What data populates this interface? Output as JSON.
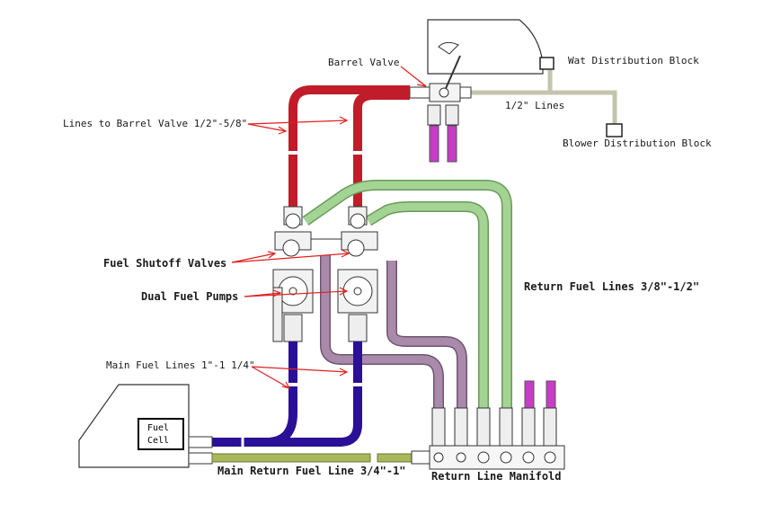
{
  "labels": {
    "barrel_valve": "Barrel Valve",
    "wat_block": "Wat Distribution Block",
    "half_inch_lines": "1/2\" Lines",
    "blower_block": "Blower Distribution Block",
    "lines_to_barrel": "Lines to Barrel Valve 1/2\"-5/8\"",
    "shutoff_valves": "Fuel Shutoff Valves",
    "dual_pumps": "Dual Fuel Pumps",
    "return_lines": "Return Fuel Lines 3/8\"-1/2\"",
    "main_lines": "Main Fuel Lines 1\"-1 1/4\"",
    "fuel_cell_line1": "Fuel",
    "fuel_cell_line2": "Cell",
    "main_return": "Main Return Fuel Line 3/4\"-1\"",
    "manifold": "Return Line Manifold"
  },
  "colors": {
    "barrel_lines": "#c01c2a",
    "main_lines": "#2a1096",
    "return_lines_green": "#9ccc8c",
    "return_lines_mauve": "#9a7d9e",
    "blower_lines": "#b8b8a0",
    "purple_fittings": "#c83cc8",
    "main_return": "#a8b85a",
    "arrows": "#e02020"
  }
}
